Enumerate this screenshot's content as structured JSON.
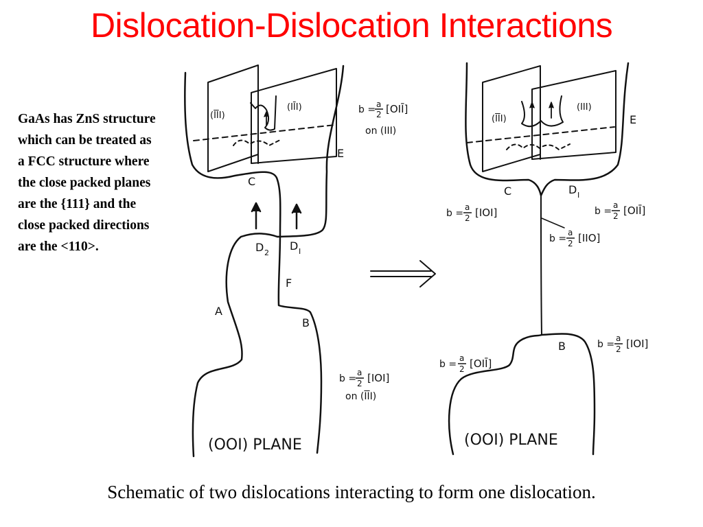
{
  "title": "Dislocation-Dislocation Interactions",
  "side_text": "GaAs has ZnS structure which can be treated as a FCC structure where the close packed planes are the {111} and the close packed directions are the <110>.",
  "caption": "Schematic of two dislocations interacting to form one dislocation.",
  "left_diagram": {
    "plane_label": "(OOI) PLANE",
    "plane_left": "(ĪĪI)",
    "plane_right": "(IĪI)",
    "label_E": "E",
    "label_C": "C",
    "label_D2": "D",
    "label_D2_sub": "2",
    "label_D1": "D",
    "label_D1_sub": "I",
    "label_F": "F",
    "label_A": "A",
    "label_B": "B",
    "burgers_top_prefix": "b =",
    "burgers_top_frac_num": "a",
    "burgers_top_frac_den": "2",
    "burgers_top_vec": "[OIĪ]",
    "burgers_top_on": "on (III)",
    "burgers_bottom_prefix": "b =",
    "burgers_bottom_frac_num": "a",
    "burgers_bottom_frac_den": "2",
    "burgers_bottom_vec": "[IOI]",
    "burgers_bottom_on": "on (ĪĪI)"
  },
  "right_diagram": {
    "plane_label": "(OOI) PLANE",
    "plane_left": "(ĪĪI)",
    "plane_right": "(III)",
    "label_E": "E",
    "label_C": "C",
    "label_D1": "D",
    "label_D1_sub": "I",
    "label_B": "B",
    "burgers_C_prefix": "b =",
    "burgers_C_frac_num": "a",
    "burgers_C_frac_den": "2",
    "burgers_C_vec": "[IOI]",
    "burgers_D1_prefix": "b =",
    "burgers_D1_frac_num": "a",
    "burgers_D1_frac_den": "2",
    "burgers_D1_vec": "[OIĪ]",
    "burgers_mid_prefix": "b =",
    "burgers_mid_frac_num": "a",
    "burgers_mid_frac_den": "2",
    "burgers_mid_vec": "[IIO]",
    "burgers_Bright_prefix": "b =",
    "burgers_Bright_frac_num": "a",
    "burgers_Bright_frac_den": "2",
    "burgers_Bright_vec": "[IOI]",
    "burgers_Bleft_prefix": "b =",
    "burgers_Bleft_frac_num": "a",
    "burgers_Bleft_frac_den": "2",
    "burgers_Bleft_vec": "[OIĪ]"
  }
}
